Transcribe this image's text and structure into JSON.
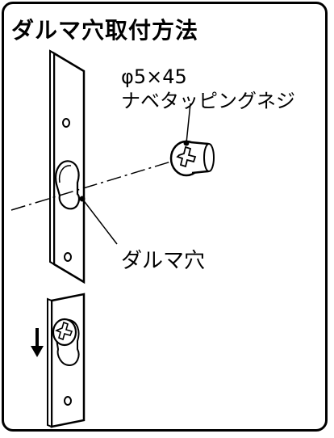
{
  "title": "ダルマ穴取付方法",
  "screw_size": "φ5×45",
  "screw_type": "ナベタッピングネジ",
  "keyhole_label": "ダルマ穴"
}
